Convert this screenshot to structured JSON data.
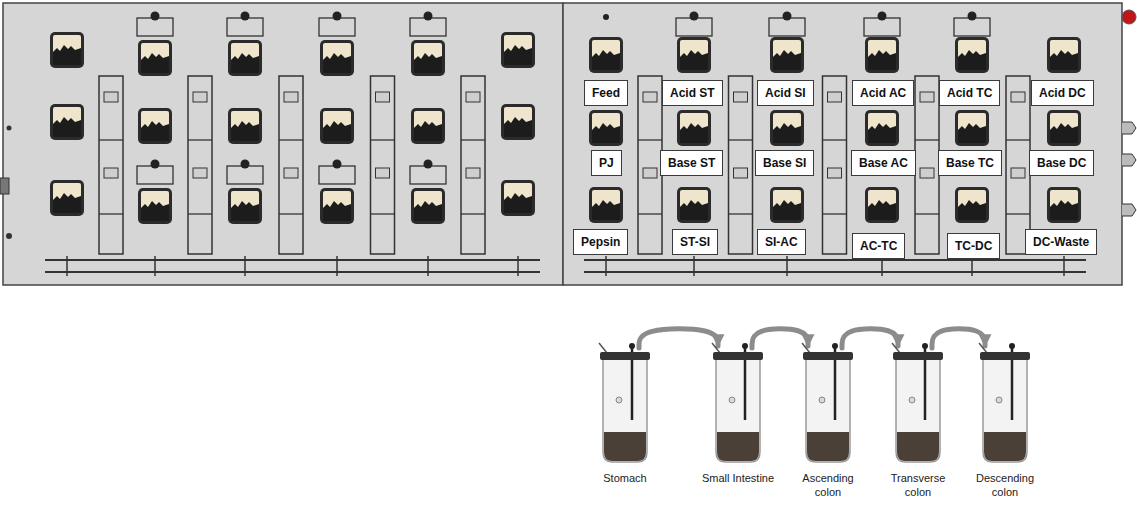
{
  "diagram": {
    "nodes": [
      {
        "text": [
          "Feed"
        ]
      },
      {
        "text": [
          "Acid ST"
        ]
      },
      {
        "text": [
          "Acid SI"
        ]
      },
      {
        "text": [
          "Acid AC"
        ]
      },
      {
        "text": [
          "Acid TC"
        ]
      },
      {
        "text": [
          "Acid DC"
        ]
      },
      {
        "text": [
          "PJ"
        ]
      },
      {
        "text": [
          "Base ST"
        ]
      },
      {
        "text": [
          "Base SI"
        ]
      },
      {
        "text": [
          "Base AC"
        ]
      },
      {
        "text": [
          "Base TC"
        ]
      },
      {
        "text": [
          "Base DC"
        ]
      },
      {
        "text": [
          "Pepsin"
        ]
      },
      {
        "text": [
          "ST-SI"
        ]
      },
      {
        "text": [
          "SI-AC"
        ]
      },
      {
        "text": [
          "AC-TC"
        ]
      },
      {
        "text": [
          "TC-DC"
        ]
      },
      {
        "text": [
          "DC-Waste"
        ]
      },
      {
        "text": [
          "Stomach"
        ]
      },
      {
        "text": [
          "Small Intestine"
        ]
      },
      {
        "text": [
          "Ascending colon"
        ]
      },
      {
        "text": [
          "Transverse colon"
        ]
      },
      {
        "text": [
          "Descending colon"
        ]
      }
    ],
    "edges": [
      {
        "from": 18,
        "to": 19,
        "arrow": "to"
      },
      {
        "from": 19,
        "to": 20,
        "arrow": "to"
      },
      {
        "from": 20,
        "to": 21,
        "arrow": "to"
      },
      {
        "from": 21,
        "to": 22,
        "arrow": "to"
      }
    ]
  }
}
